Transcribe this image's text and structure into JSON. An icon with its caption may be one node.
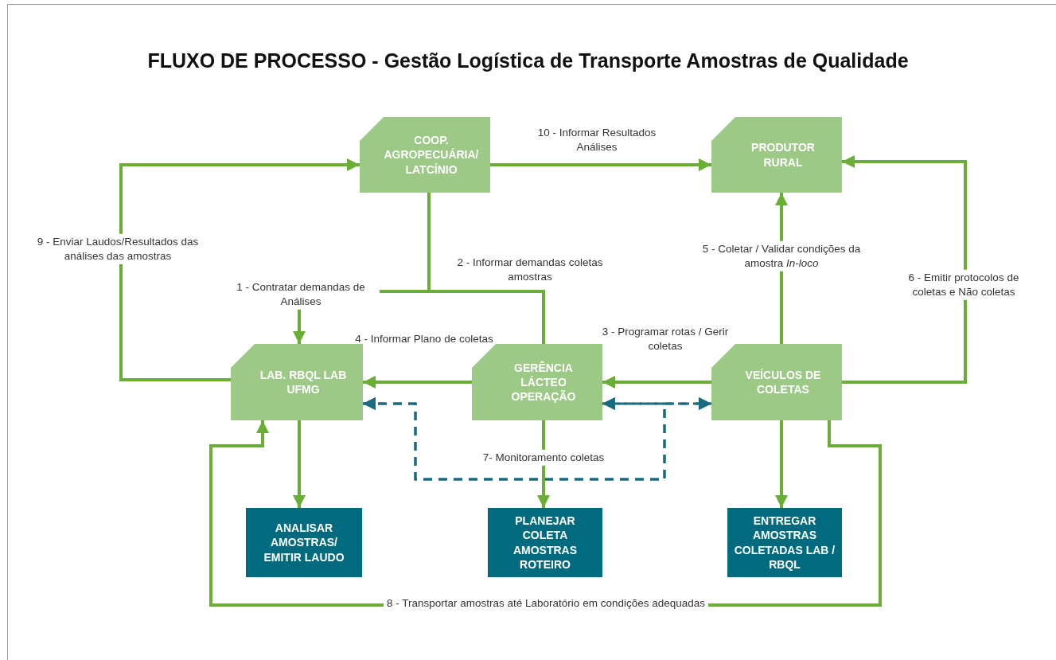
{
  "diagram": {
    "title": "FLUXO DE PROCESSO - Gestão Logística de Transporte Amostras de Qualidade",
    "nodes": [
      {
        "text": [
          "COOP. AGROPECUÁRIA/ LATCÍNIO"
        ]
      },
      {
        "text": [
          "PRODUTOR RURAL"
        ]
      },
      {
        "text": [
          "LAB. RBQL LAB UFMG"
        ]
      },
      {
        "text": [
          "GERÊNCIA LÁCTEO OPERAÇÃO"
        ]
      },
      {
        "text": [
          "VEÍCULOS DE COLETAS"
        ]
      },
      {
        "text": [
          "ANALISAR AMOSTRAS/ EMITIR LAUDO"
        ]
      },
      {
        "text": [
          "PLANEJAR COLETA AMOSTRAS ROTEIRO"
        ]
      },
      {
        "text": [
          "ENTREGAR AMOSTRAS COLETADAS LAB / RBQL"
        ]
      }
    ],
    "edges": [
      {
        "from": 0,
        "to": 1,
        "arrow": "to",
        "label": "10 - Informar Resultados Análises"
      },
      {
        "from": 2,
        "to": 0,
        "arrow": "to",
        "label": "9 - Enviar Laudos/Resultados das análises das amostras"
      },
      {
        "from": 0,
        "to": 2,
        "arrow": "to",
        "label": "1 - Contratar demandas de Análises"
      },
      {
        "from": 0,
        "to": 3,
        "arrow": "none",
        "label": "2 - Informar demandas coletas amostras"
      },
      {
        "from": 3,
        "to": 2,
        "arrow": "to",
        "label": "4 - Informar Plano de coletas"
      },
      {
        "from": 4,
        "to": 3,
        "arrow": "to",
        "label": "3 - Programar rotas / Gerir coletas"
      },
      {
        "from": 4,
        "to": 1,
        "arrow": "to",
        "label": "5 - Coletar / Validar condições da amostra *In-loco*"
      },
      {
        "from": 4,
        "to": 1,
        "arrow": "to",
        "label": "6 - Emitir protocolos de coletas e Não coletas"
      },
      {
        "from": 2,
        "to": 3,
        "arrow": "both",
        "style": "dashed",
        "color": "#1b6b80"
      },
      {
        "from": 2,
        "to": 4,
        "arrow": "both",
        "style": "dashed",
        "color": "#1b6b80"
      },
      {
        "from": 3,
        "to": 4,
        "arrow": "both",
        "style": "dashed",
        "color": "#1b6b80"
      },
      {
        "from": 2,
        "to": 5,
        "arrow": "to"
      },
      {
        "from": 3,
        "to": 6,
        "arrow": "to",
        "label": "7- Monitoramento coletas"
      },
      {
        "from": 4,
        "to": 7,
        "arrow": "to"
      },
      {
        "from": 4,
        "to": 2,
        "arrow": "to",
        "label": "8 - Transportar amostras até Laboratório em condições adequadas"
      }
    ]
  }
}
